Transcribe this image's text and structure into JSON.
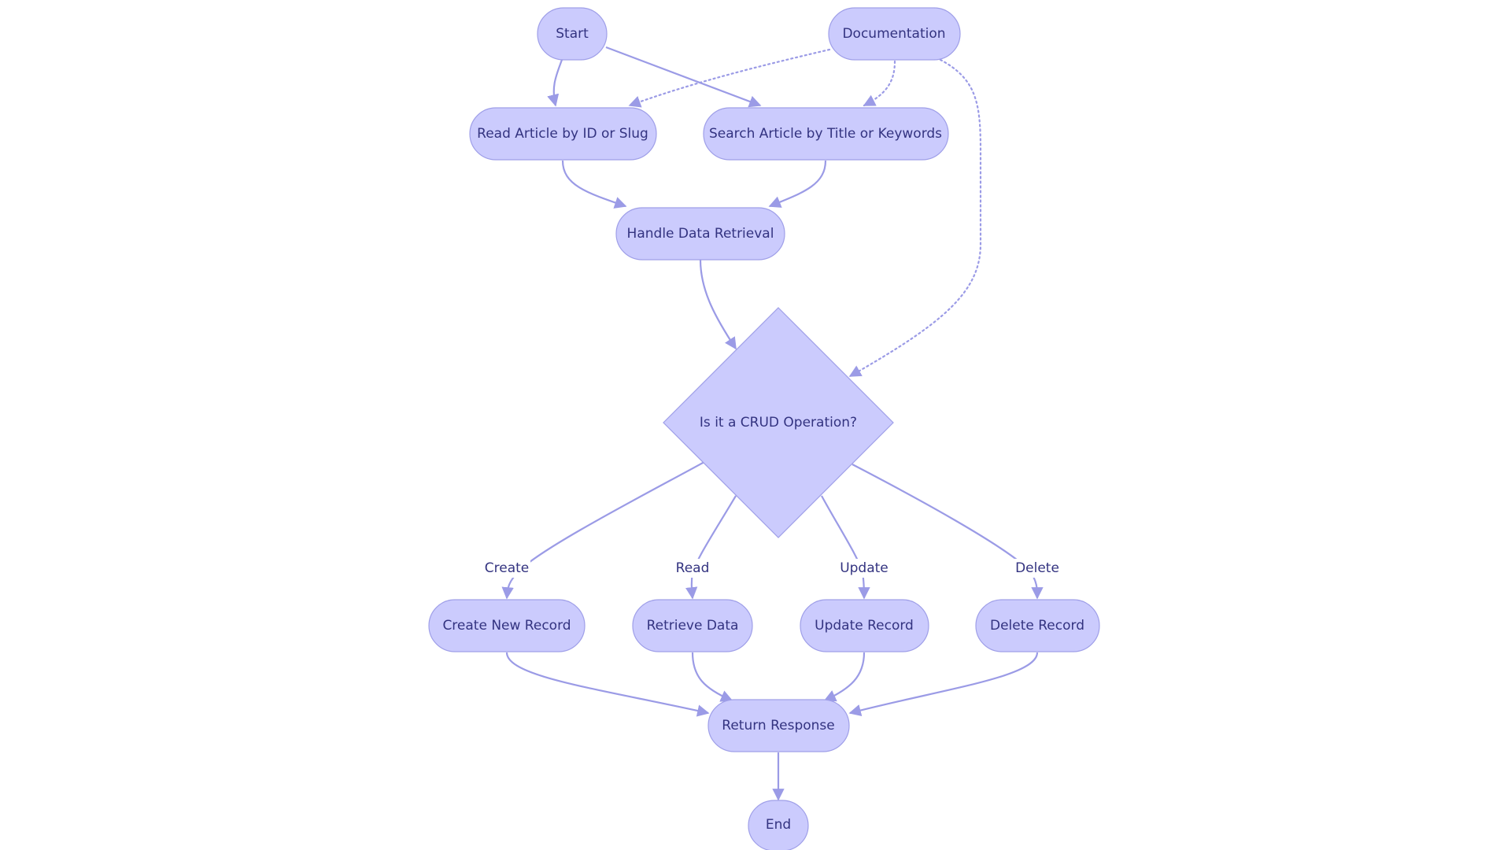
{
  "diagram": {
    "nodes": {
      "start": "Start",
      "documentation": "Documentation",
      "read_article": "Read Article by ID or Slug",
      "search_article": "Search Article by Title or Keywords",
      "handle_data": "Handle Data Retrieval",
      "crud_decision": "Is it a CRUD Operation?",
      "create_record": "Create New Record",
      "retrieve_data": "Retrieve Data",
      "update_record": "Update Record",
      "delete_record": "Delete Record",
      "return_response": "Return Response",
      "end": "End"
    },
    "edge_labels": {
      "create": "Create",
      "read": "Read",
      "update": "Update",
      "delete": "Delete"
    },
    "colors": {
      "node_fill": "#cbcbfd",
      "node_stroke": "#9f9fe8",
      "edge": "#9b9be6",
      "text": "#333380"
    }
  }
}
